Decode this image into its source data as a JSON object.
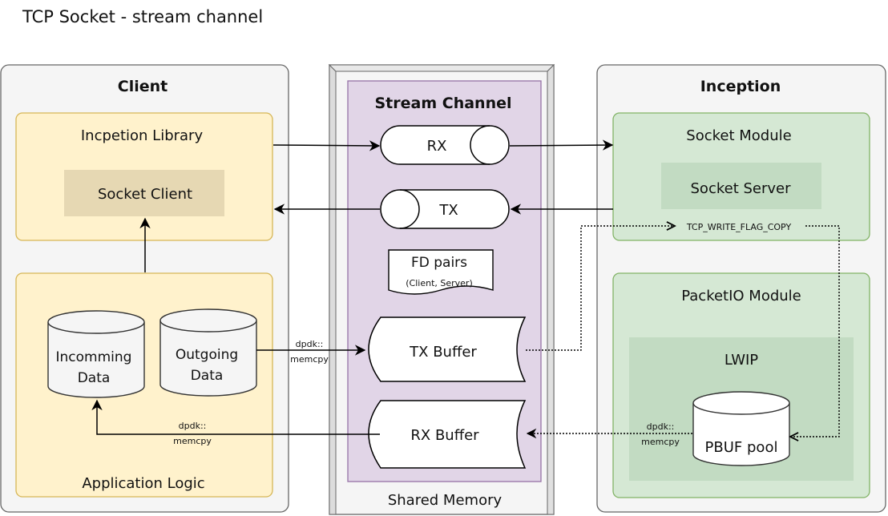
{
  "title": "TCP Socket - stream channel",
  "client": {
    "label": "Client",
    "library": {
      "label": "Incpetion Library",
      "socket_client": "Socket Client"
    },
    "app_logic": {
      "label": "Application Logic",
      "incoming": [
        "Incomming",
        "Data"
      ],
      "outgoing": [
        "Outgoing",
        "Data"
      ]
    }
  },
  "shared_memory": {
    "label": "Shared Memory",
    "stream_channel": "Stream Channel",
    "rx": "RX",
    "tx": "TX",
    "fd_pairs": "FD pairs",
    "fd_pairs_sub": "(Client, Server)",
    "tx_buffer": "TX Buffer",
    "rx_buffer": "RX Buffer"
  },
  "inception": {
    "label": "Inception",
    "socket_module": "Socket Module",
    "socket_server": "Socket Server",
    "tcp_flag": "TCP_WRITE_FLAG_COPY",
    "packetio_module": "PacketIO Module",
    "lwip": "LWIP",
    "pbuf_pool": "PBUF pool"
  },
  "edge_labels": {
    "memcpy_tx": [
      "dpdk::",
      "memcpy"
    ],
    "memcpy_rx": [
      "dpdk::",
      "memcpy"
    ],
    "memcpy_pbuf": [
      "dpdk::",
      "memcpy"
    ]
  },
  "colors": {
    "outer_fill": "#f5f5f5",
    "outer_stroke": "#666666",
    "yellow_fill": "#fff2cc",
    "yellow_stroke": "#d6b656",
    "green_fill": "#d5e8d4",
    "green_stroke": "#82b366",
    "purple_fill": "#e1d5e7",
    "purple_stroke": "#9673a6",
    "inner_tan": "#e6d8b3",
    "inner_green": "#c2dbc2"
  }
}
